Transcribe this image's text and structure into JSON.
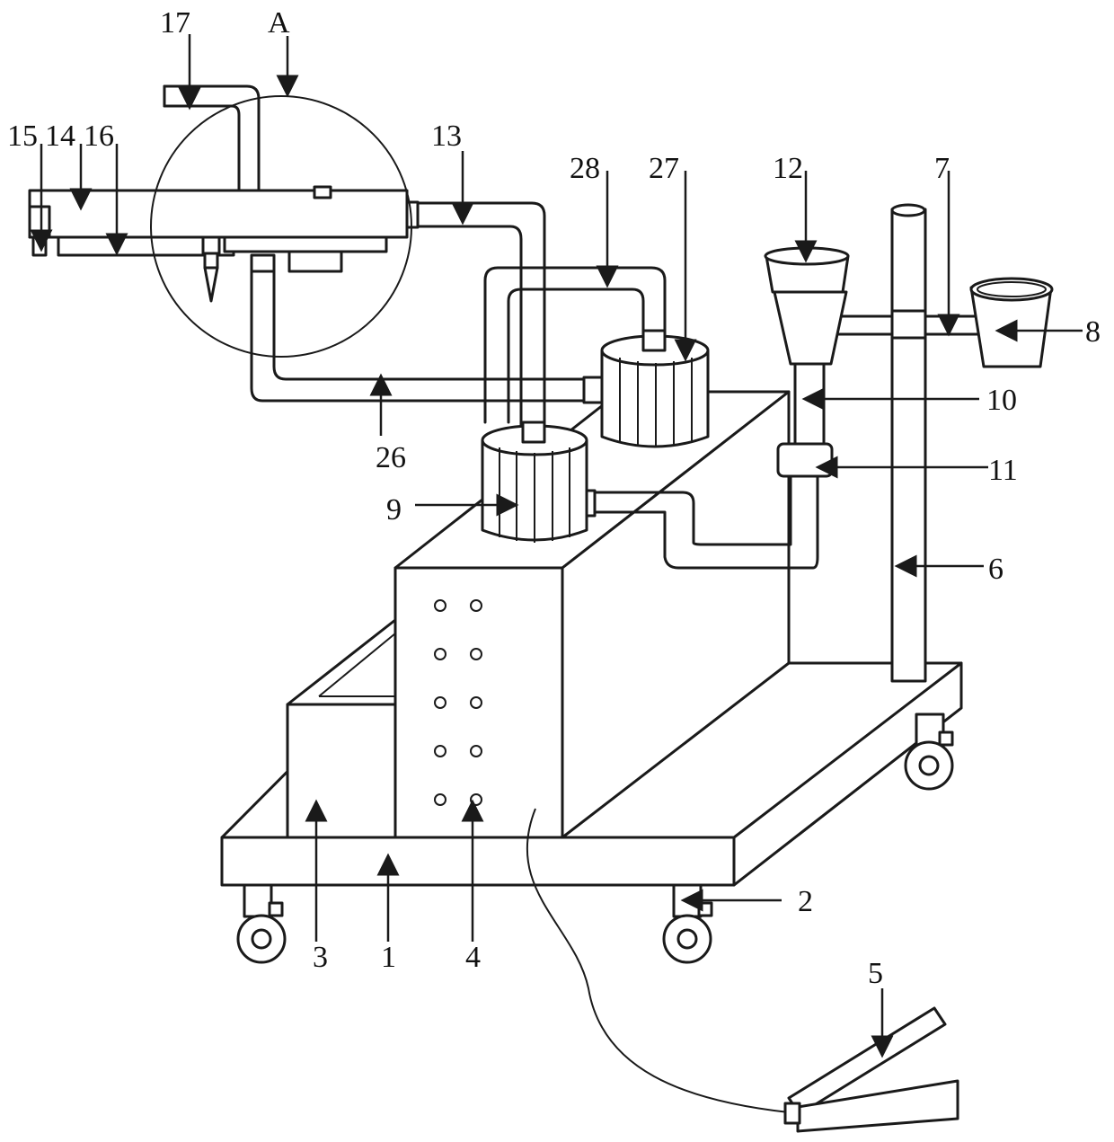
{
  "labels": {
    "l1": "1",
    "l2": "2",
    "l3": "3",
    "l4": "4",
    "l5": "5",
    "l6": "6",
    "l7": "7",
    "l8": "8",
    "l9": "9",
    "l10": "10",
    "l11": "11",
    "l12": "12",
    "l13": "13",
    "l14": "14",
    "l15": "15",
    "l16": "16",
    "l17": "17",
    "l26": "26",
    "l27": "27",
    "l28": "28",
    "lA": "A"
  }
}
